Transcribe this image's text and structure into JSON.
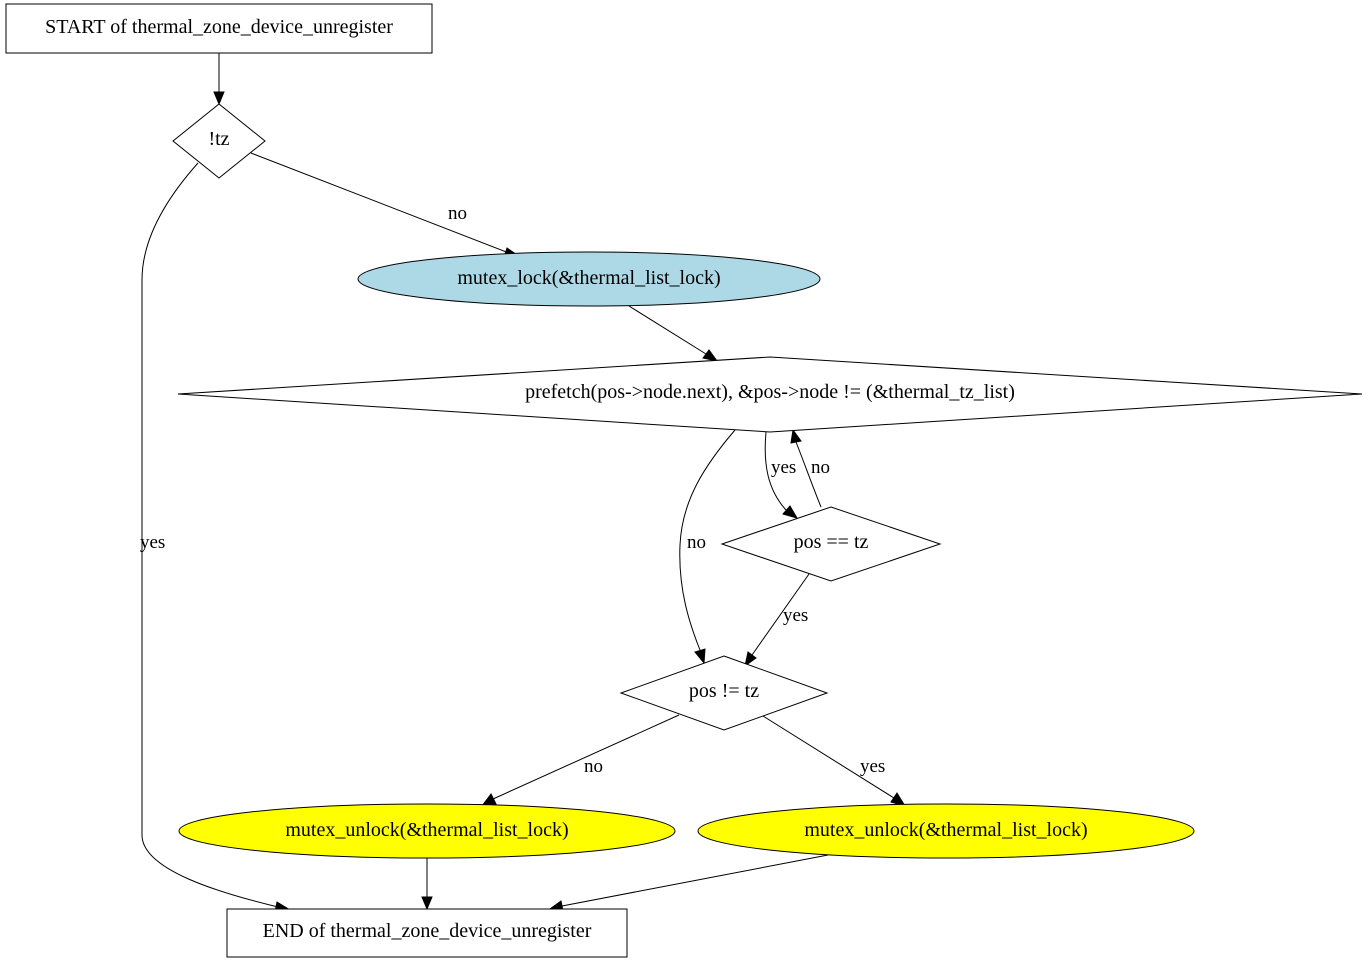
{
  "colors": {
    "call_fill": "#add8e6",
    "unlock_fill": "#ffff00",
    "plain_fill": "#ffffff",
    "stroke": "#000000"
  },
  "nodes": {
    "start": "START of thermal_zone_device_unregister",
    "cond_tz": "!tz",
    "mutex_lock": "mutex_lock(&thermal_list_lock)",
    "loop_cond": "prefetch(pos->node.next), &pos->node != (&thermal_tz_list)",
    "pos_eq_tz": "pos == tz",
    "pos_ne_tz": "pos != tz",
    "unlock_left": "mutex_unlock(&thermal_list_lock)",
    "unlock_right": "mutex_unlock(&thermal_list_lock)",
    "end": "END of thermal_zone_device_unregister"
  },
  "edges": {
    "tz_yes": "yes",
    "tz_no": "no",
    "loop_yes": "yes",
    "loop_no": "no",
    "eq_no": "no",
    "eq_yes": "yes",
    "ne_no": "no",
    "ne_yes": "yes"
  }
}
